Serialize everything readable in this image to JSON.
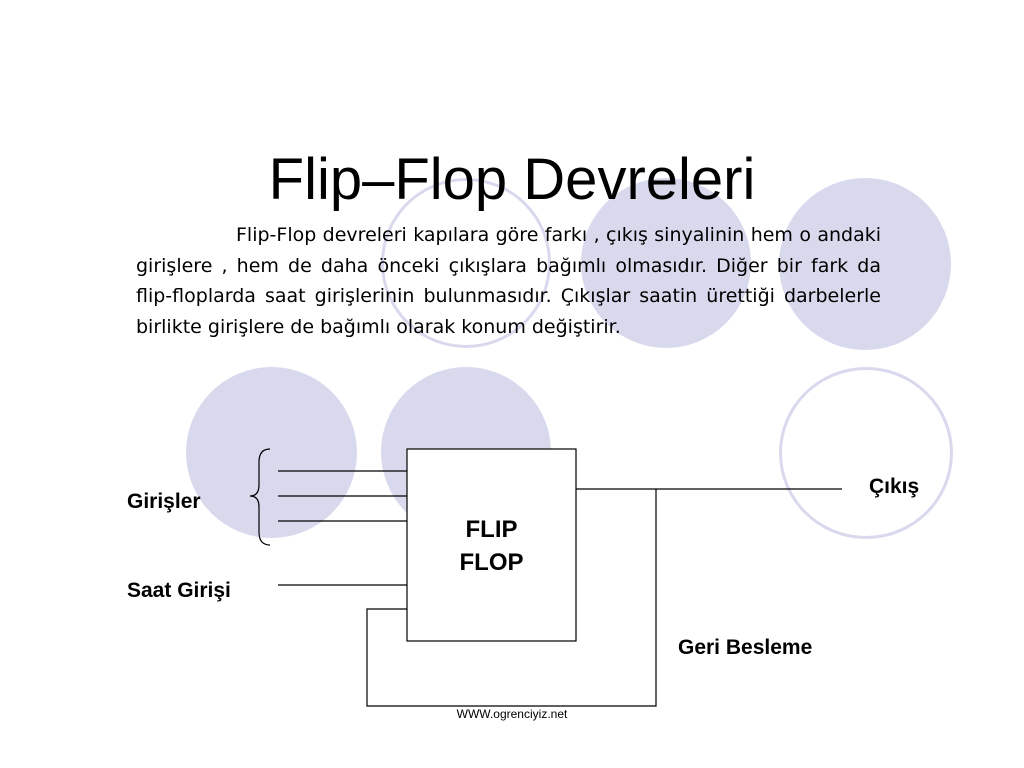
{
  "slide": {
    "title": "Flip–Flop Devreleri",
    "paragraph": "Flip-Flop devreleri kapılara göre farkı , çıkış sinyalinin hem o andaki girişlere , hem de daha önceki çıkışlara bağımlı olmasıdır. Diğer bir fark da flip-floplarda saat girişlerinin bulunmasıdır. Çıkışlar saatin ürettiği darbelerle birlikte girişlere de bağımlı olarak konum değiştirir.",
    "footer": "WWW.ogrenciyiz.net"
  },
  "diagram": {
    "block_label_line1": "FLIP",
    "block_label_line2": "FLOP",
    "inputs_label": "Girişler",
    "clock_label": "Saat Girişi",
    "output_label": "Çıkış",
    "feedback_label": "Geri Besleme"
  },
  "colors": {
    "circle_fill": "#d9d9ee",
    "line": "#000000"
  }
}
